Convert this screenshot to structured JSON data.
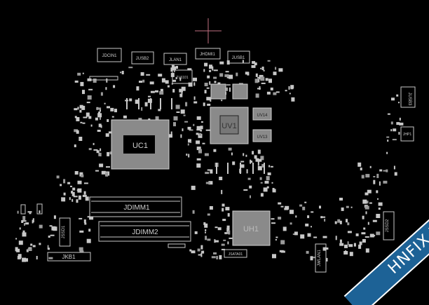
{
  "board": {
    "background_color": "#000000",
    "component_color": "#c8c8c8",
    "crosshair_color": "#c07080",
    "connectors": {
      "jdcin1": "JDCIN1",
      "jusb2": "JUSB2",
      "jlan1": "JLAN1",
      "jhdmi1": "JHDMI1",
      "jusb1": "JUSB1",
      "jusb3": "JUSB3",
      "jhp1": "JHP1",
      "jssd1": "JSSD1",
      "jssd2": "JSSD2",
      "jkb1": "JKB1",
      "jwlan1": "JWLAN1",
      "jsata": "JSATA01"
    },
    "chips": {
      "uc1": "UC1",
      "uv1": "UV1",
      "uv14": "UV14",
      "uv13": "UV13",
      "uh1": "UH1",
      "tl5101": "TL5101"
    },
    "slots": {
      "jdimm1": "JDIMM1",
      "jdimm2": "JDIMM2"
    }
  },
  "watermark": {
    "text": "HNFIX.VN",
    "color": "#1d6296",
    "accent": "#e02020"
  }
}
